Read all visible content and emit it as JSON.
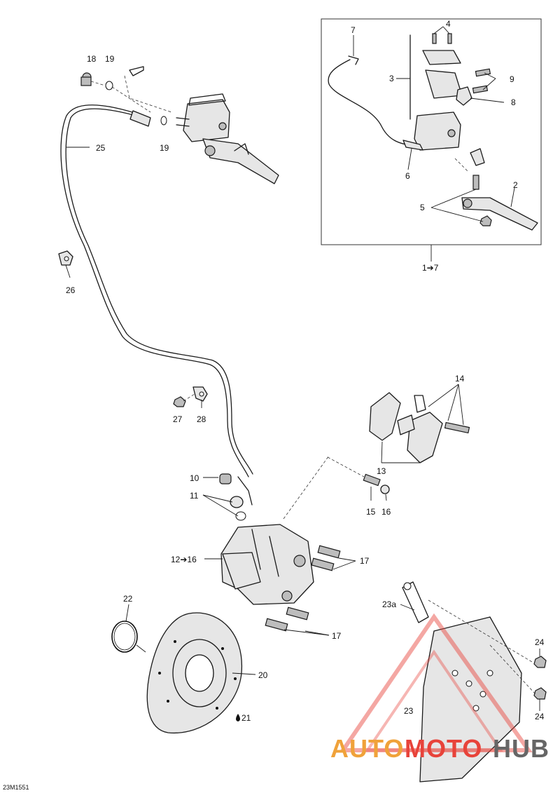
{
  "drawing_code": "23M1551",
  "callouts": {
    "c1to7": "1➔7",
    "c2": "2",
    "c3": "3",
    "c4": "4",
    "c5": "5",
    "c6": "6",
    "c7": "7",
    "c8": "8",
    "c9": "9",
    "c10": "10",
    "c11": "11",
    "c12to16": "12➔16",
    "c13": "13",
    "c14": "14",
    "c15": "15",
    "c16": "16",
    "c17a": "17",
    "c17b": "17",
    "c18": "18",
    "c19a": "19",
    "c19b": "19",
    "c20": "20",
    "c21": "21",
    "c22": "22",
    "c23": "23",
    "c23a": "23a",
    "c24a": "24",
    "c24b": "24",
    "c25": "25",
    "c26": "26",
    "c27": "27",
    "c28": "28"
  },
  "watermark": {
    "part1": "AUTO",
    "part2": "MOTO",
    "part3": "HUB",
    "color_primary": "#f0a23a",
    "color_secondary": "#e8433a",
    "color_tertiary": "#666666"
  }
}
